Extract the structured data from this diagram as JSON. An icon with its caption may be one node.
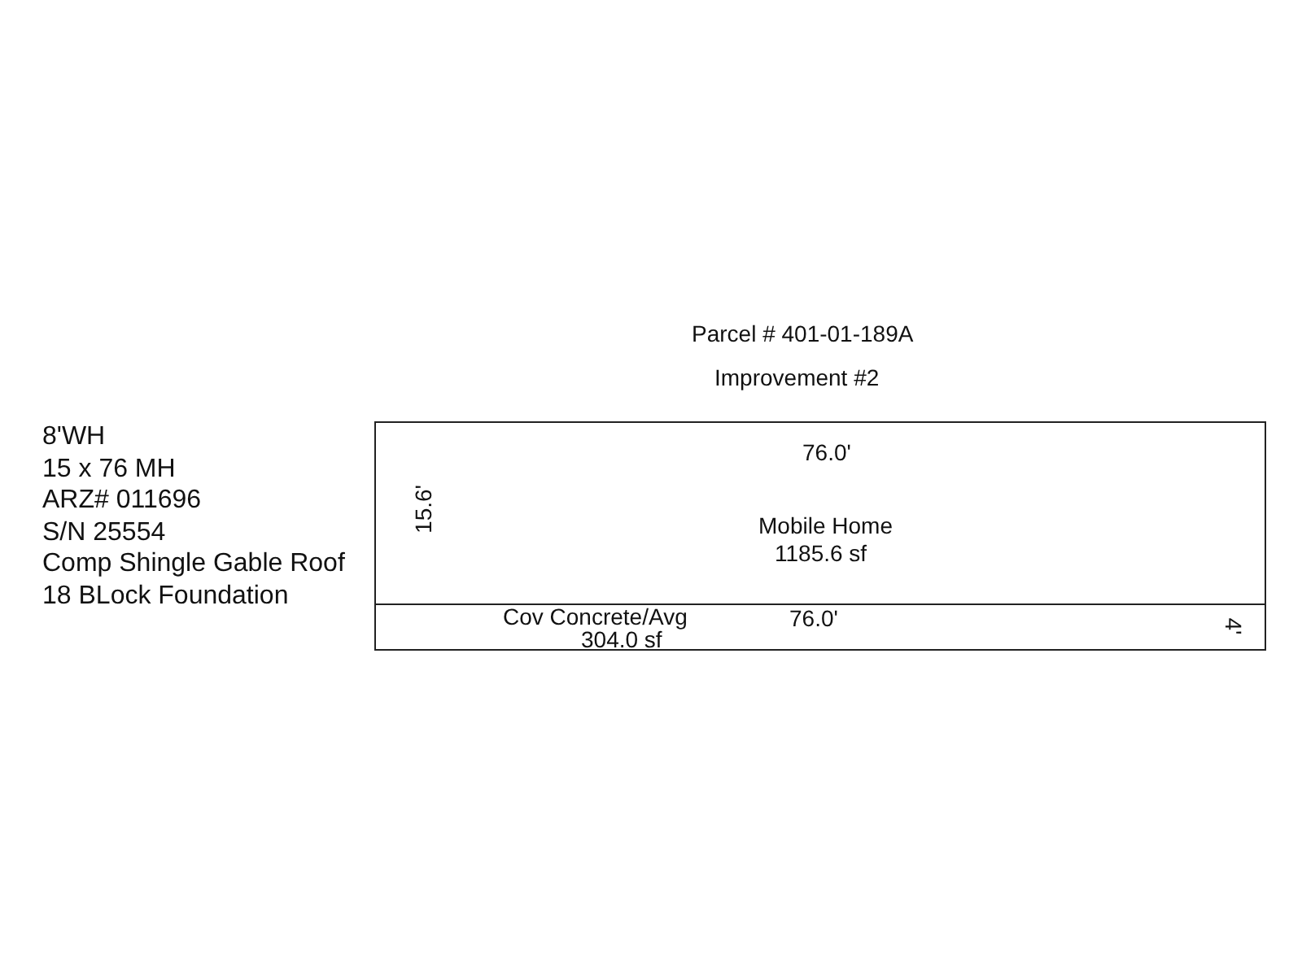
{
  "diagram": {
    "title": "Parcel # 401-01-189A",
    "nodes": [
      {
        "text": [
          "76.0'",
          "15.6'",
          "Mobile Home",
          "1185.6 sf"
        ]
      },
      {
        "text": [
          "Cov Concrete/Avg",
          "304.0 sf",
          "76.0'",
          "4'"
        ]
      }
    ],
    "labels": [
      "Improvement #2",
      "8'WH",
      "15 x 76 MH",
      "ARZ# 011696",
      "S/N 25554",
      "Comp Shingle Gable Roof",
      "18 BLock Foundation"
    ]
  }
}
